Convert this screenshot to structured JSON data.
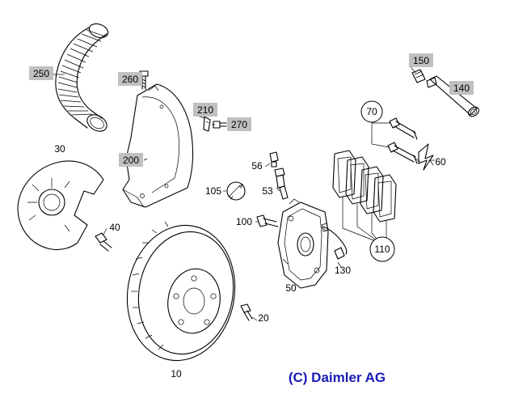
{
  "diagram": {
    "copyright": "(C) Daimler AG",
    "colors": {
      "label_box": "#c0c0c0",
      "copyright_text": "#1a1ab4",
      "line": "#000000",
      "background": "#ffffff"
    },
    "boxed_labels": {
      "p250": "250",
      "p260": "260",
      "p210": "210",
      "p270": "270",
      "p200": "200",
      "p150": "150",
      "p140": "140"
    },
    "circled_labels": {
      "p70": "70",
      "p110": "110"
    },
    "plain_labels": {
      "p30": "30",
      "p40": "40",
      "p56": "56",
      "p53": "53",
      "p105": "105",
      "p100": "100",
      "p60": "60",
      "p130": "130",
      "p50": "50",
      "p20": "20",
      "p10": "10"
    }
  }
}
